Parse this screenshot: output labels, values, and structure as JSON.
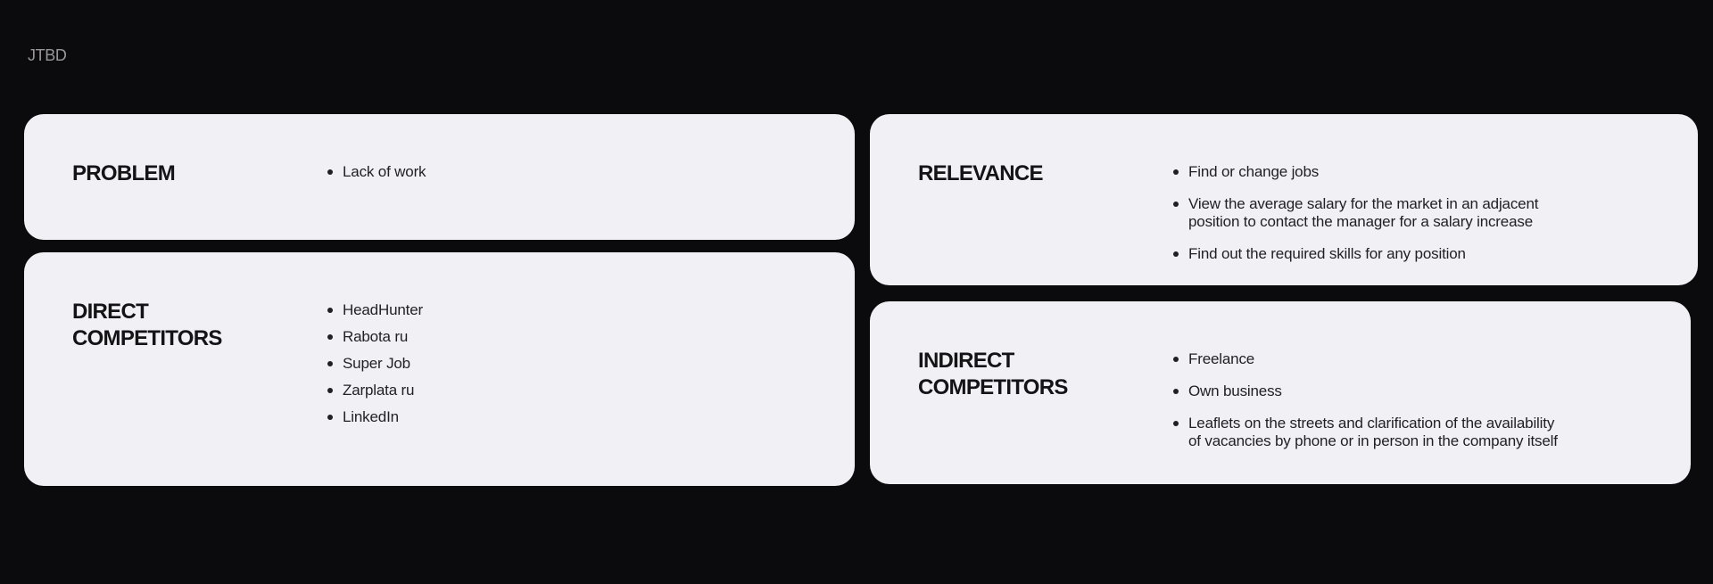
{
  "page": {
    "frame_label": "JTBD",
    "background_color": "#0B0A0C",
    "card_color": "#F1F0F5",
    "title_color": "#141316",
    "text_color": "#201F22",
    "label_color": "#98969B"
  },
  "cards": [
    {
      "id": "problem",
      "title": "PROBLEM",
      "items": [
        "Lack of work"
      ]
    },
    {
      "id": "direct-competitors",
      "title": "DIRECT\nCOMPETITORS",
      "items": [
        "HeadHunter",
        "Rabota ru",
        "Super Job",
        "Zarplata ru",
        "LinkedIn"
      ]
    },
    {
      "id": "relevance",
      "title": "RELEVANCE",
      "items": [
        "Find or change jobs",
        "View the average salary for the market in an adjacent\nposition to contact the manager for a salary increase",
        "Find out the required skills for any position"
      ]
    },
    {
      "id": "indirect-competitors",
      "title": "INDIRECT\nCOMPETITORS",
      "items": [
        "Freelance",
        "Own business",
        "Leaflets on the streets and clarification of the availability\nof vacancies by phone or in person in the company itself"
      ]
    }
  ]
}
